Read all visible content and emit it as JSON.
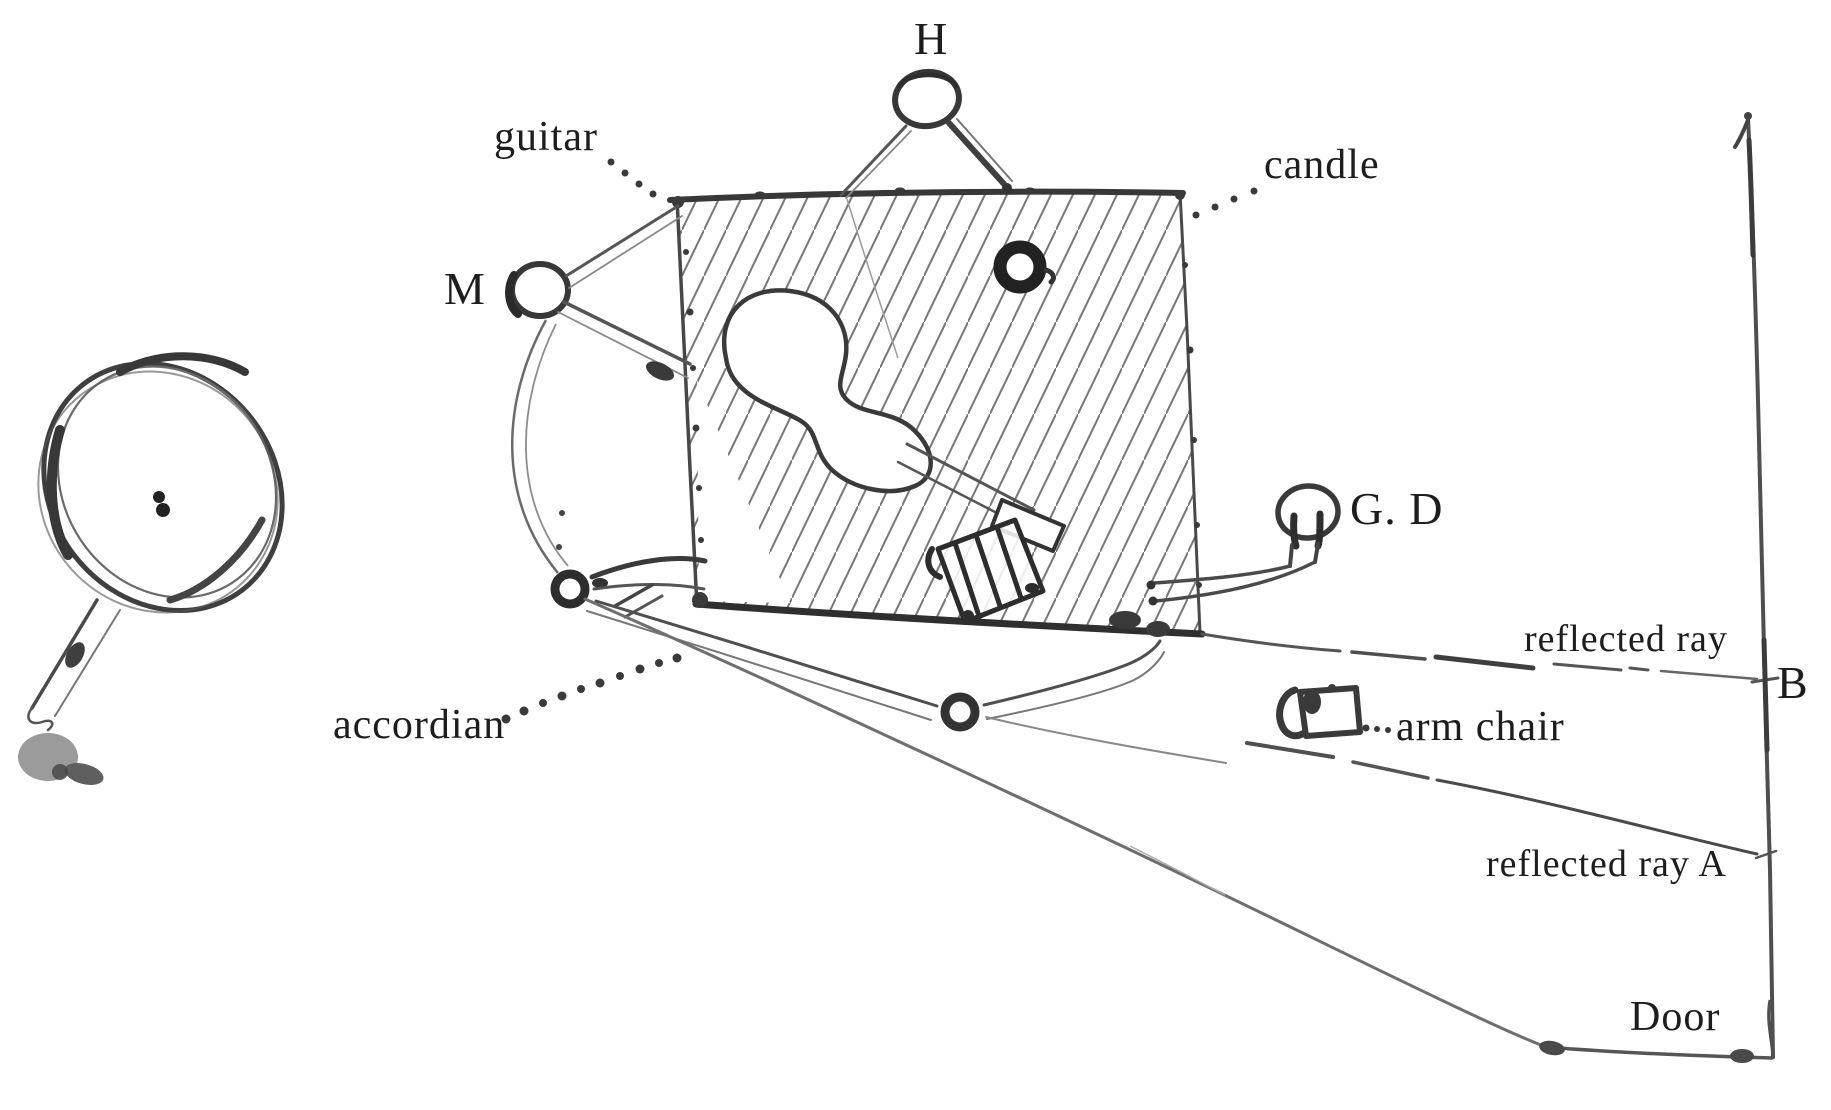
{
  "diagram": {
    "kind": "hand-drawn ink sketch, top view of a seance room with table, sitters and light rays",
    "colors": {
      "background": "#ffffff",
      "ink_dark": "#2d2d2d",
      "ink_mid": "#555555",
      "ink_light": "#8a8a8a",
      "hatch": "#787878",
      "text": "#1d1d1d"
    },
    "labels": {
      "h": "H",
      "guitar": "guitar",
      "candle": "candle",
      "m": "M",
      "gd": "G. D",
      "accordian": "accordian",
      "arm_chair": "arm chair",
      "reflected_ray": "reflected ray",
      "b": "B",
      "reflected_ray_a": "reflected ray A",
      "door": "Door"
    }
  }
}
